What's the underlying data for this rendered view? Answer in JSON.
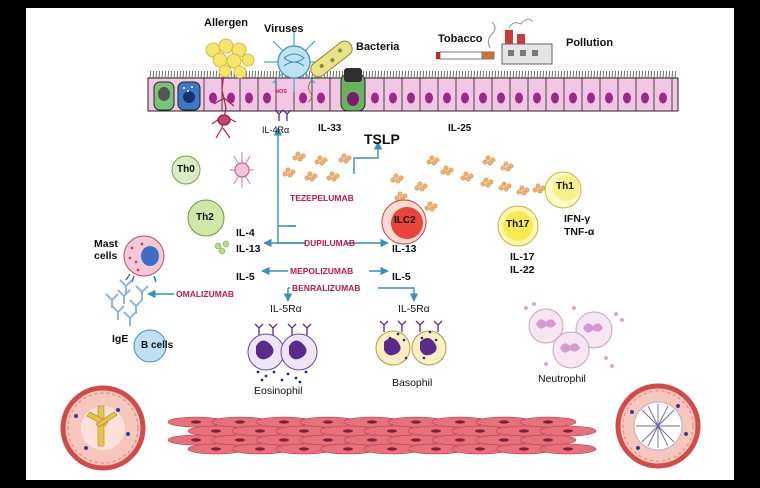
{
  "triggers": {
    "allergen": "Allergen",
    "viruses": "Viruses",
    "bacteria": "Bacteria",
    "tobacco": "Tobacco",
    "pollution": "Pollution"
  },
  "epithelium": {
    "nos": "NOS",
    "il4ra": "IL-4Rα",
    "il33": "IL-33",
    "tslp": "TSLP",
    "il25": "IL-25"
  },
  "cells": {
    "th0": "Th0",
    "th2": "Th2",
    "ilc2": "ILC2",
    "th17": "Th17",
    "th1": "Th1",
    "mast": [
      "Mast",
      "cells"
    ],
    "ige": "IgE",
    "bcells": "B cells",
    "eosinophil": "Eosinophil",
    "basophil": "Basophil",
    "neutrophil": "Neutrophil"
  },
  "cytokines": {
    "il4": "IL-4",
    "il13_left": "IL-13",
    "il13_right": "IL-13",
    "il5_left": "IL-5",
    "il5_right": "IL-5",
    "il5ra_left": "IL-5Rα",
    "il5ra_right": "IL-5Rα",
    "th1_products": [
      "IFN-γ",
      "TNF-α"
    ],
    "th17_products": [
      "IL-17",
      "IL-22"
    ]
  },
  "drugs": {
    "tezepelumab": "TEZEPELUMAB",
    "dupilumab": "DUPILUMAB",
    "mepolizumab": "MEPOLIZUMAB",
    "benralizumab": "BENRALIZUMAB",
    "omalizumab": "OMALIZUMAB"
  },
  "colors": {
    "arrow": "#3a8fb8",
    "drug": "#c4164f",
    "epithelium": "#f4c6e6",
    "muscle": "#e8707a",
    "th2": "#cfe8a8",
    "ilc2": "#e8443c",
    "th17": "#f6ea50",
    "th1": "#f8f18a"
  }
}
